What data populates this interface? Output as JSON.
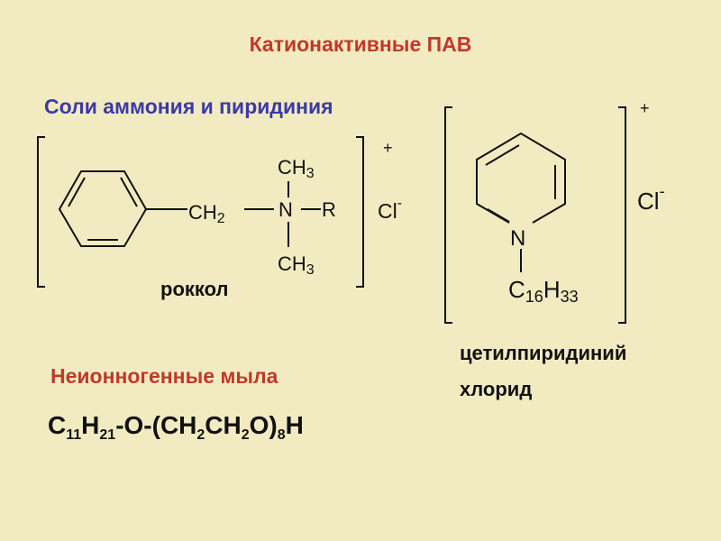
{
  "title": "Катионактивные ПАВ",
  "subtitle": "Соли аммония и пиридиния",
  "roccal": {
    "name": "роккол",
    "ch2": "CH",
    "ch2_sub": "2",
    "ch3_top": "CH",
    "ch3_top_sub": "3",
    "ch3_bottom": "CH",
    "ch3_bottom_sub": "3",
    "n": "N",
    "r": "R",
    "anion": "Cl",
    "anion_charge": "-",
    "cation_charge": "+"
  },
  "cetylpyridinium": {
    "name_line1": "цетилпиридиний",
    "name_line2": "хлорид",
    "n": "N",
    "chain_c": "C",
    "chain_c_sub": "16",
    "chain_h": "H",
    "chain_h_sub": "33",
    "anion": "Cl",
    "anion_charge": "-",
    "cation_charge": "+"
  },
  "nonionic": {
    "heading": "Неионногенные мыла",
    "formula": {
      "p1": "C",
      "s1": "11",
      "p2": "H",
      "s2": "21",
      "p3": "-O-(CH",
      "s3": "2",
      "p4": "CH",
      "s4": "2",
      "p5": "O)",
      "s5": "8",
      "p6": "H"
    }
  }
}
